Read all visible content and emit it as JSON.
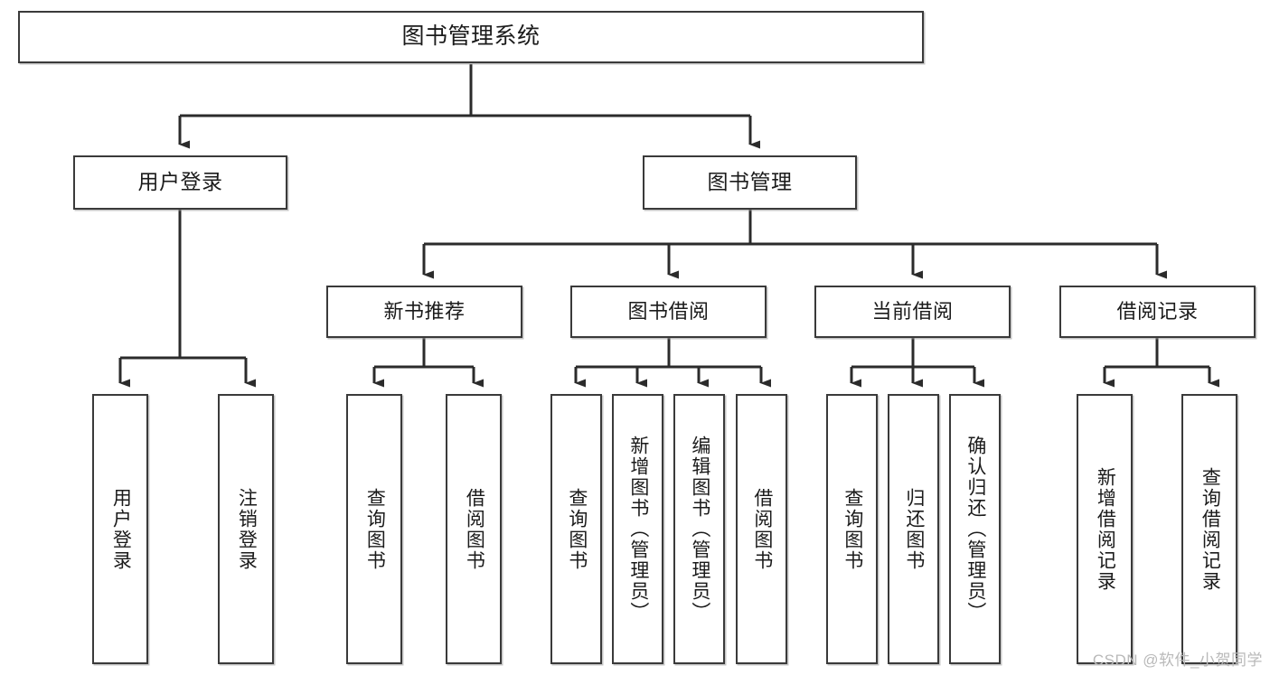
{
  "diagram": {
    "title": "图书管理系统",
    "watermark": "CSDN @软件_小贺同学",
    "colors": {
      "background": "#ffffff",
      "box_border": "#3a3a3a",
      "box_fill": "#ffffff",
      "connector": "#2b2b2b",
      "watermark": "#b9b9b9"
    },
    "root": {
      "label": "图书管理系统"
    },
    "level2": [
      {
        "label": "用户登录"
      },
      {
        "label": "图书管理"
      }
    ],
    "level3": [
      {
        "label": "新书推荐"
      },
      {
        "label": "图书借阅"
      },
      {
        "label": "当前借阅"
      },
      {
        "label": "借阅记录"
      }
    ],
    "leaves": {
      "user_login": [
        {
          "label": "用户登录"
        },
        {
          "label": "注销登录"
        }
      ],
      "new_book_recommend": [
        {
          "label": "查询图书"
        },
        {
          "label": "借阅图书"
        }
      ],
      "book_borrow": [
        {
          "label": "查询图书"
        },
        {
          "label": "新增图书（管理员）"
        },
        {
          "label": "编辑图书（管理员）"
        },
        {
          "label": "借阅图书"
        }
      ],
      "current_borrow": [
        {
          "label": "查询图书"
        },
        {
          "label": "归还图书"
        },
        {
          "label": "确认归还（管理员）"
        }
      ],
      "borrow_records": [
        {
          "label": "新增借阅记录"
        },
        {
          "label": "查询借阅记录"
        }
      ]
    }
  }
}
